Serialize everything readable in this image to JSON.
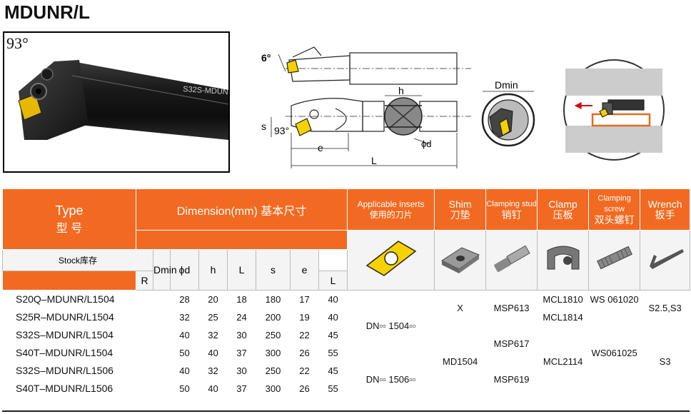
{
  "page_title": "MDUNR/L",
  "photo": {
    "angle": "93°",
    "engraving": "S32S-MDUN"
  },
  "diagram": {
    "angle_top": "6°",
    "angle_bottom": "93°",
    "label_h": "h",
    "label_s": "s",
    "label_e": "e",
    "label_L": "L",
    "label_d": "ϕd",
    "label_dmin": "Dmin"
  },
  "table": {
    "type_en": "Type",
    "type_cn": "型 号",
    "dimension_header": "Dimension(mm) 基本尺寸",
    "stock_label": "Stock",
    "stock_cn": "库存",
    "stock_r": "R",
    "stock_l": "L",
    "dim_cols": [
      "Dmin",
      "ϕd",
      "h",
      "L",
      "s",
      "e"
    ],
    "applicable_inserts_en": "Applicable inserts",
    "applicable_inserts_cn": "使用的刀片",
    "shim_en": "Shim",
    "shim_cn": "刀垫",
    "clamping_stud_en": "Clamping stud",
    "clamping_stud_cn": "销钉",
    "clamp_en": "Clamp",
    "clamp_cn": "压板",
    "clamping_screw_en": "Clamping screw",
    "clamping_screw_cn": "双头螺钉",
    "wrench_en": "Wrench",
    "wrench_cn": "扳手",
    "rows": [
      {
        "type": "S20Q–MDUNR/L1504",
        "dims": [
          "28",
          "20",
          "18",
          "180",
          "17",
          "40"
        ]
      },
      {
        "type": "S25R–MDUNR/L1504",
        "dims": [
          "32",
          "25",
          "24",
          "200",
          "19",
          "40"
        ]
      },
      {
        "type": "S32S–MDUNR/L1504",
        "dims": [
          "40",
          "32",
          "30",
          "250",
          "22",
          "45"
        ]
      },
      {
        "type": "S40T–MDUNR/L1504",
        "dims": [
          "50",
          "40",
          "37",
          "300",
          "26",
          "55"
        ]
      },
      {
        "type": "S32S–MDUNR/L1506",
        "dims": [
          "40",
          "32",
          "30",
          "250",
          "22",
          "45"
        ]
      },
      {
        "type": "S40T–MDUNR/L1506",
        "dims": [
          "50",
          "40",
          "37",
          "300",
          "26",
          "55"
        ]
      }
    ],
    "insert_1504": "DN▫▫ 1504▫▫",
    "insert_1506": "DN▫▫ 1506▫▫",
    "shim_x": "X",
    "shim_md": "MD1504",
    "stud_1": "MSP613",
    "stud_2": "MSP617",
    "stud_3": "MSP619",
    "clamp_1": "MCL1810",
    "clamp_2": "MCL1814",
    "clamp_3": "MCL2114",
    "screw_1": "WS 061020",
    "screw_2": "WS061025",
    "wrench_1": "S2.5,S3",
    "wrench_2": "S3"
  },
  "colors": {
    "header_orange": "#f26a21",
    "insert_yellow": "#f7d100"
  }
}
